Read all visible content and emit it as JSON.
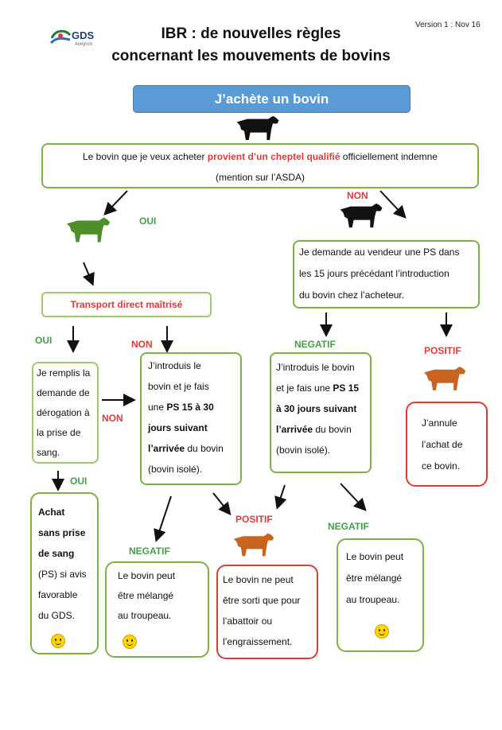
{
  "header": {
    "version": "Version 1 : Nov 16",
    "logo_text": "GDS",
    "logo_sub": "Aveyron",
    "title_line1": "IBR : de nouvelles règles",
    "title_line2": "concernant les mouvements de bovins"
  },
  "banner": {
    "label": "J’achète un bovin"
  },
  "colors": {
    "green_cow": "#4e8f2a",
    "black_cow": "#111111",
    "brown_cow": "#c8641e",
    "banner": "#5b9bd5",
    "box_green": "#7cb342",
    "box_red": "#e53935"
  },
  "top_question": {
    "text_before": "Le bovin que je veux acheter ",
    "highlight": "provient d’un cheptel qualifié",
    "text_after": " officiellement indemne",
    "line2": "(mention sur l’ASDA)"
  },
  "labels": {
    "oui_top": "OUI",
    "non_top": "NON",
    "oui_left": "OUI",
    "non_mid": "NON",
    "non_side": "NON",
    "oui_bottom": "OUI",
    "negatif_right": "NEGATIF",
    "positif_right": "POSITIF",
    "negatif_left": "NEGATIF",
    "positif_mid": "POSITIF",
    "negatif_bottom_right": "NEGATIF"
  },
  "boxes": {
    "seller_ps": {
      "line1": "Je demande au vendeur une PS dans",
      "line2": "les 15 jours précédant l’introduction",
      "line3": "du bovin chez l’acheteur."
    },
    "transport": "Transport direct maîtrisé",
    "derogation": {
      "l1": "Je remplis la",
      "l2": "demande de",
      "l3": "dérogation à",
      "l4": "la prise de",
      "l5": "sang."
    },
    "introduce_mid": {
      "l1": "J’introduis le",
      "l2": "bovin et je fais",
      "l3a": "une ",
      "l3b": "PS 15 à 30",
      "l4": "jours suivant",
      "l5a": "l’arrivée",
      "l5b": " du bovin",
      "l6": "(bovin isolé)."
    },
    "introduce_right": {
      "l1": "J’introduis le bovin",
      "l2a": "et je fais une ",
      "l2b": "PS 15",
      "l3": "à 30 jours suivant",
      "l4a": "l’arrivée",
      "l4b": " du bovin",
      "l5": "(bovin isolé)."
    },
    "cancel": {
      "l1": "J’annule",
      "l2": "l’achat de",
      "l3": "ce bovin."
    },
    "achat": {
      "l1": "Achat",
      "l2": "sans prise",
      "l3": "de sang",
      "l4": "(PS) si avis",
      "l5": "favorable",
      "l6": "du GDS."
    },
    "mix_left": {
      "l1": "Le bovin peut",
      "l2": "être mélangé",
      "l3": "au troupeau."
    },
    "slaughter": {
      "l1": "Le bovin ne peut",
      "l2": "être sorti que pour",
      "l3": "l’abattoir ou",
      "l4": "l’engraissement."
    },
    "mix_right": {
      "l1": "Le bovin peut",
      "l2": "être mélangé",
      "l3": "au troupeau."
    }
  }
}
